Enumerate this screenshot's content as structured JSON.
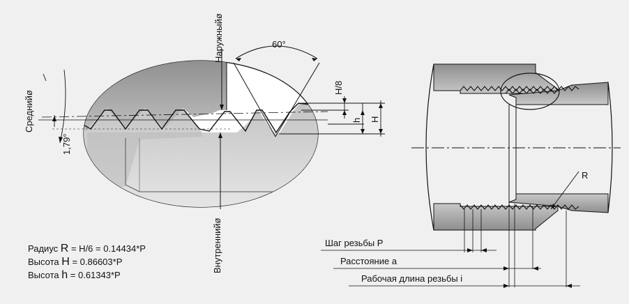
{
  "labels": {
    "angle": "60°",
    "outer_diameter": "Наружныйø",
    "mean_diameter": "Среднийø",
    "inner_diameter": "Внутреннийø",
    "taper_angle": "1,79°",
    "h8": "H/8",
    "h_small": "h",
    "h_big": "H",
    "radius_r": "R",
    "pitch": "Шаг резьбы P",
    "distance": "Расстояние a",
    "working_length": "Рабочая длина резьбы i"
  },
  "formulas": [
    {
      "prefix": "Радиус ",
      "symbol": "R",
      "expr": " = H/6 = 0.14434*P"
    },
    {
      "prefix": "Высота ",
      "symbol": "H",
      "expr": " = 0.86603*P"
    },
    {
      "prefix": "Высота ",
      "symbol": "h",
      "expr": " = 0.61343*P"
    }
  ],
  "colors": {
    "background": "#f0f0f0",
    "metal_dark": "#a8a8a8",
    "metal_light": "#d2d2d2",
    "line": "#111111"
  }
}
